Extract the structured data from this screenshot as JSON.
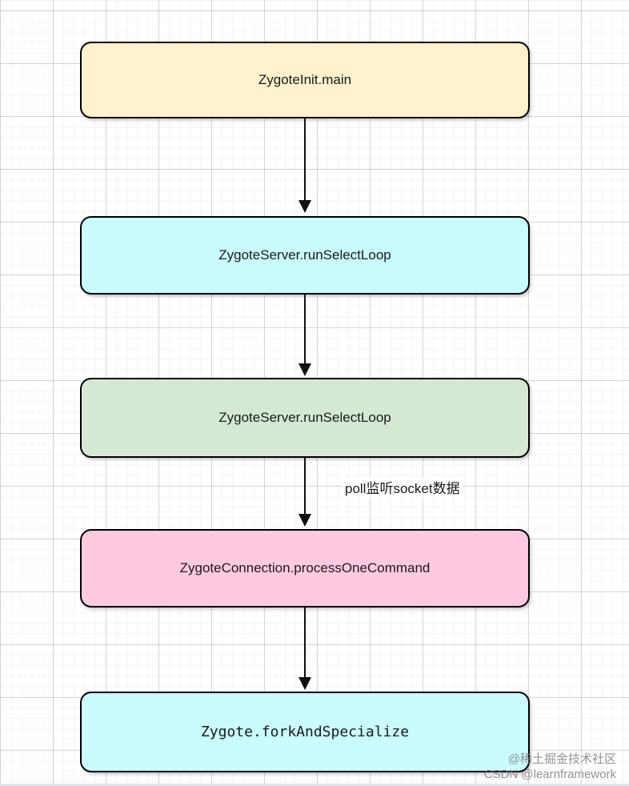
{
  "page": {
    "background": "#ffffff",
    "grid_minor_color": "#f3f3f3",
    "grid_major_color": "#dcdcdc"
  },
  "diagram": {
    "stroke_color": "#000000",
    "text_color": "#1a1a1a",
    "nodes": [
      {
        "label": "ZygoteInit.main",
        "fill": "#fff2cc"
      },
      {
        "label": "ZygoteServer.runSelectLoop",
        "fill": "#c9fbff"
      },
      {
        "label": "ZygoteServer.runSelectLoop",
        "fill": "#d5e8d4"
      },
      {
        "label": "ZygoteConnection.processOneCommand",
        "fill": "#ffc9e2"
      },
      {
        "label": "Zygote.forkAndSpecialize",
        "fill": "#c9fbff"
      }
    ],
    "edges": [
      {
        "from": 0,
        "to": 1,
        "label": ""
      },
      {
        "from": 1,
        "to": 2,
        "label": ""
      },
      {
        "from": 2,
        "to": 3,
        "label": "poll监听socket数据"
      },
      {
        "from": 3,
        "to": 4,
        "label": ""
      }
    ]
  },
  "watermark": {
    "line1": "@稀土掘金技术社区",
    "line2": "CSDN @learnframework",
    "color": "#9e9e9e"
  }
}
